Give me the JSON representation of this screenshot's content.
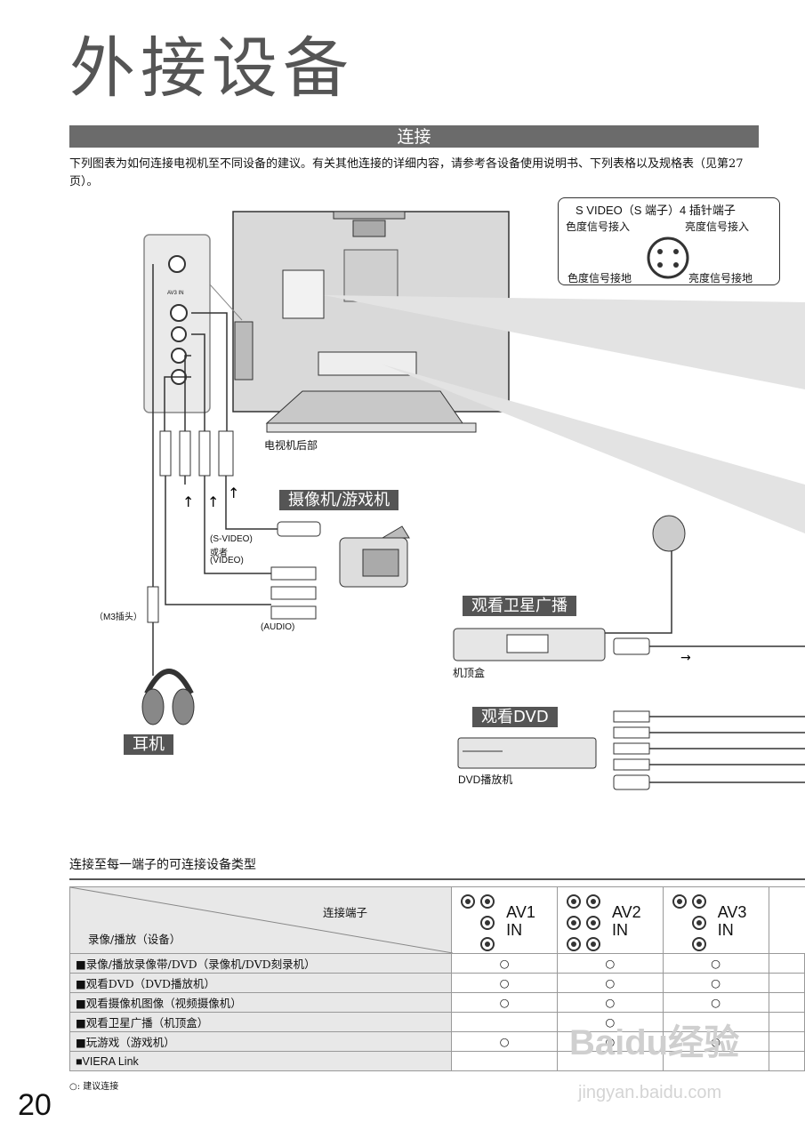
{
  "title": "外接设备",
  "section": "连接",
  "intro": "下列图表为如何连接电视机至不同设备的建议。有关其他连接的详细内容，请参考各设备使用说明书、下列表格以及规格表（见第27页）。",
  "svideo": {
    "title": "S VIDEO（S 端子）4 插针端子",
    "chroma_in": "色度信号接入",
    "luma_in": "亮度信号接入",
    "chroma_gnd": "色度信号接地",
    "luma_gnd": "亮度信号接地"
  },
  "labels": {
    "tv_rear": "电视机后部",
    "camcorder": "摄像机/游戏机",
    "svideo_or": "(S-VIDEO)",
    "or": "或者",
    "video": "(VIDEO)",
    "audio": "(AUDIO)",
    "m3": "（M3插头）",
    "headphone": "耳机",
    "satellite": "观看卫星广播",
    "stb": "机顶盒",
    "dvd_tag": "观看DVD",
    "dvd_player": "DVD播放机",
    "panel_label": "AV3 IN"
  },
  "table": {
    "title": "连接至每一端子的可连接设备类型",
    "header_top": "连接端子",
    "header_bottom": "录像/播放（设备）",
    "columns": [
      {
        "line1": "AV1",
        "line2": "IN"
      },
      {
        "line1": "AV2",
        "line2": "IN"
      },
      {
        "line1": "AV3",
        "line2": "IN"
      }
    ],
    "rows": [
      {
        "label": "■录像/播放录像带/DVD（录像机/DVD刻录机）",
        "marks": [
          "○",
          "○",
          "○"
        ]
      },
      {
        "label": "■观看DVD（DVD播放机）",
        "marks": [
          "○",
          "○",
          "○"
        ]
      },
      {
        "label": "■观看摄像机图像（视频摄像机）",
        "marks": [
          "○",
          "○",
          "○"
        ]
      },
      {
        "label": "■观看卫星广播（机顶盒）",
        "marks": [
          "",
          "○",
          ""
        ]
      },
      {
        "label": "■玩游戏（游戏机）",
        "marks": [
          "○",
          "○",
          "○"
        ]
      },
      {
        "label": "■VIERA Link",
        "marks": [
          "",
          "",
          ""
        ]
      }
    ]
  },
  "legend_note": "○: 建议连接",
  "page_number": "20",
  "watermark": "Baidu经验",
  "watermark_url": "jingyan.baidu.com"
}
